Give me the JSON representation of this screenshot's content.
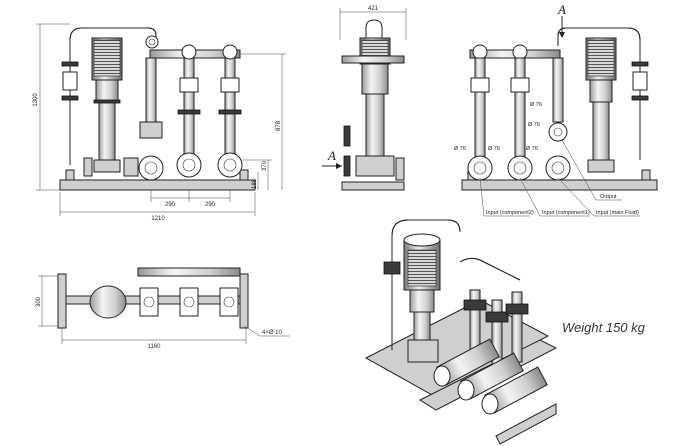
{
  "front_view": {
    "height_total": "1300",
    "height_pipe": "878",
    "height_outlet": "370",
    "height_inlet": "188",
    "spacing_left": "290",
    "spacing_right": "290",
    "width_total": "1210"
  },
  "side_view": {
    "width": "421",
    "view_marker": "A"
  },
  "rear_view": {
    "view_marker": "A",
    "diam_a": "Ø 76",
    "diam_b": "Ø 76",
    "diam_c": "Ø 76",
    "diam_d": "Ø 76",
    "diam_e": "Ø 76",
    "label_output": "Output",
    "label_input_component2": "Input (component2)",
    "label_input_component1": "Input (component1)",
    "label_input_main": "Input (main Fluid)"
  },
  "top_view": {
    "depth": "300",
    "length": "1160",
    "holes": "4×Ø 10"
  },
  "weight_label": "Weight 150 kg"
}
